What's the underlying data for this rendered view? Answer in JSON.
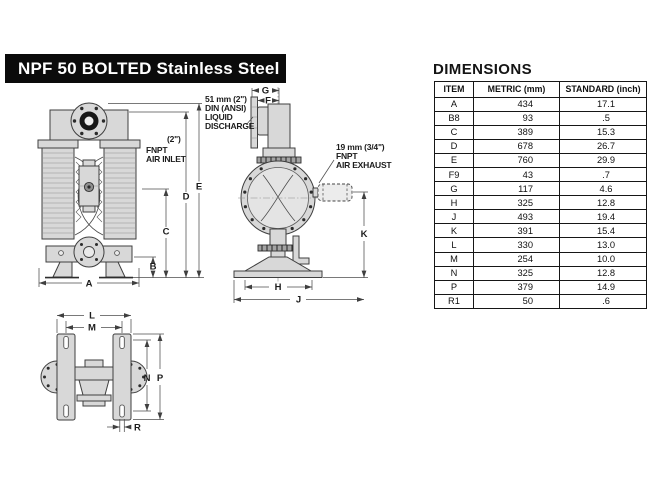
{
  "title": "NPF 50 BOLTED Stainless Steel",
  "dimensions": {
    "heading": "DIMENSIONS",
    "table": {
      "headers": {
        "item": "ITEM",
        "metric": "METRIC (mm)",
        "standard": "STANDARD (inch)"
      },
      "rows": [
        {
          "item": "A",
          "metric": "434",
          "standard": "17.1"
        },
        {
          "item": "B8",
          "metric": "93",
          "standard": ".5"
        },
        {
          "item": "C",
          "metric": "389",
          "standard": "15.3"
        },
        {
          "item": "D",
          "metric": "678",
          "standard": "26.7"
        },
        {
          "item": "E",
          "metric": "760",
          "standard": "29.9"
        },
        {
          "item": "F9",
          "metric": "43",
          "standard": ".7"
        },
        {
          "item": "G",
          "metric": "117",
          "standard": "4.6"
        },
        {
          "item": "H",
          "metric": "325",
          "standard": "12.8"
        },
        {
          "item": "J",
          "metric": "493",
          "standard": "19.4"
        },
        {
          "item": "K",
          "metric": "391",
          "standard": "15.4"
        },
        {
          "item": "L",
          "metric": "330",
          "standard": "13.0"
        },
        {
          "item": "M",
          "metric": "254",
          "standard": "10.0"
        },
        {
          "item": "N",
          "metric": "325",
          "standard": "12.8"
        },
        {
          "item": "P",
          "metric": "379",
          "standard": "14.9"
        },
        {
          "item": "R1",
          "metric": "50",
          "standard": ".6"
        }
      ]
    }
  },
  "drawing": {
    "labels": {
      "discharge": [
        "51 mm (2\")",
        "DIN (ANSI)",
        "LIQUID",
        "DISCHARGE"
      ],
      "inlet_size": "(2\")",
      "inlet": [
        "FNPT",
        "AIR INLET"
      ],
      "exhaust": [
        "19 mm (3/4\")",
        "FNPT",
        "AIR EXHAUST"
      ]
    },
    "dims": {
      "A": "A",
      "B": "B",
      "C": "C",
      "D": "D",
      "E": "E",
      "F": "F",
      "G": "G",
      "H": "H",
      "J": "J",
      "K": "K",
      "L": "L",
      "M": "M",
      "N": "N",
      "P": "P",
      "R": "R"
    }
  }
}
